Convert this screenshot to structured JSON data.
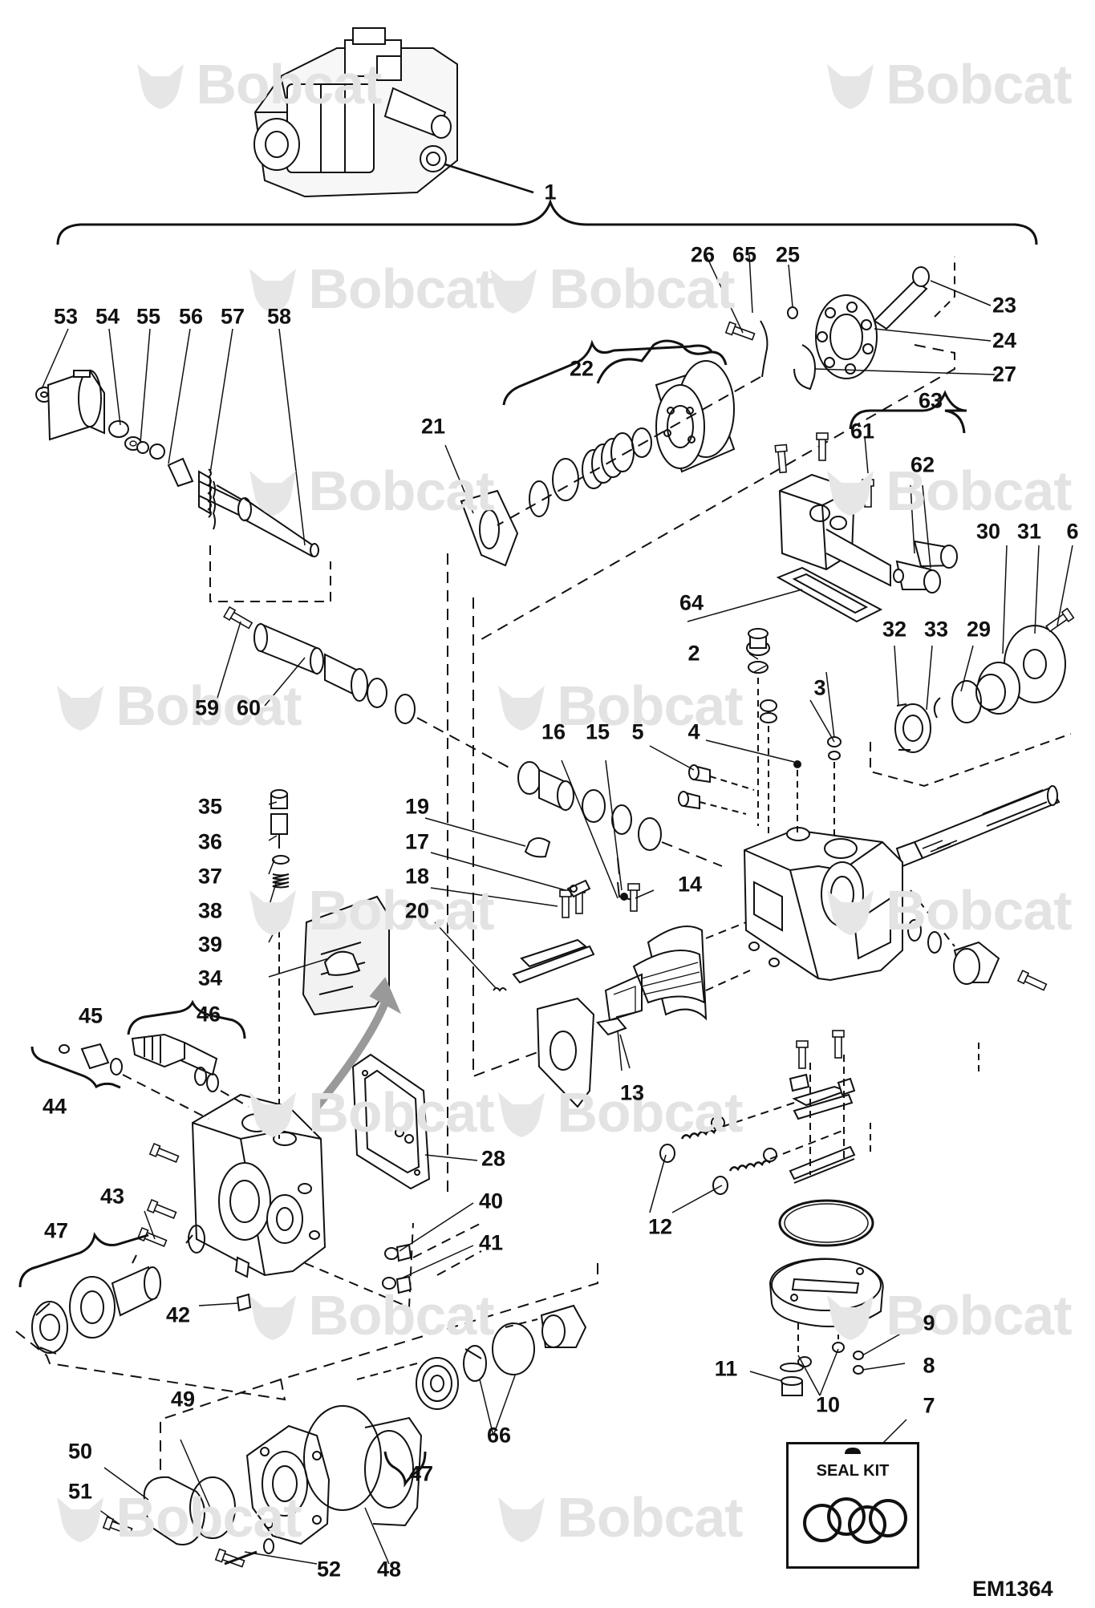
{
  "watermark": {
    "brand": "Bobcat"
  },
  "drawing_code": "EM1364",
  "seal_kit": {
    "label": "SEAL KIT"
  },
  "callouts": [
    {
      "id": "c1",
      "text": "1"
    },
    {
      "id": "c2",
      "text": "2"
    },
    {
      "id": "c3",
      "text": "3"
    },
    {
      "id": "c4",
      "text": "4"
    },
    {
      "id": "c5",
      "text": "5"
    },
    {
      "id": "c6",
      "text": "6"
    },
    {
      "id": "c7",
      "text": "7"
    },
    {
      "id": "c8",
      "text": "8"
    },
    {
      "id": "c9",
      "text": "9"
    },
    {
      "id": "c10",
      "text": "10"
    },
    {
      "id": "c11",
      "text": "11"
    },
    {
      "id": "c12",
      "text": "12"
    },
    {
      "id": "c13",
      "text": "13"
    },
    {
      "id": "c14",
      "text": "14"
    },
    {
      "id": "c15",
      "text": "15"
    },
    {
      "id": "c16",
      "text": "16"
    },
    {
      "id": "c17",
      "text": "17"
    },
    {
      "id": "c18",
      "text": "18"
    },
    {
      "id": "c19",
      "text": "19"
    },
    {
      "id": "c20",
      "text": "20"
    },
    {
      "id": "c21",
      "text": "21"
    },
    {
      "id": "c22",
      "text": "22"
    },
    {
      "id": "c23",
      "text": "23"
    },
    {
      "id": "c24",
      "text": "24"
    },
    {
      "id": "c25",
      "text": "25"
    },
    {
      "id": "c26",
      "text": "26"
    },
    {
      "id": "c27",
      "text": "27"
    },
    {
      "id": "c28",
      "text": "28"
    },
    {
      "id": "c29",
      "text": "29"
    },
    {
      "id": "c30",
      "text": "30"
    },
    {
      "id": "c31",
      "text": "31"
    },
    {
      "id": "c32",
      "text": "32"
    },
    {
      "id": "c33",
      "text": "33"
    },
    {
      "id": "c34",
      "text": "34"
    },
    {
      "id": "c35",
      "text": "35"
    },
    {
      "id": "c36",
      "text": "36"
    },
    {
      "id": "c37",
      "text": "37"
    },
    {
      "id": "c38",
      "text": "38"
    },
    {
      "id": "c39",
      "text": "39"
    },
    {
      "id": "c40",
      "text": "40"
    },
    {
      "id": "c41",
      "text": "41"
    },
    {
      "id": "c42",
      "text": "42"
    },
    {
      "id": "c43",
      "text": "43"
    },
    {
      "id": "c44",
      "text": "44"
    },
    {
      "id": "c45",
      "text": "45"
    },
    {
      "id": "c46",
      "text": "46"
    },
    {
      "id": "c47a",
      "text": "47"
    },
    {
      "id": "c47b",
      "text": "47"
    },
    {
      "id": "c48",
      "text": "48"
    },
    {
      "id": "c49",
      "text": "49"
    },
    {
      "id": "c50",
      "text": "50"
    },
    {
      "id": "c51",
      "text": "51"
    },
    {
      "id": "c52",
      "text": "52"
    },
    {
      "id": "c53",
      "text": "53"
    },
    {
      "id": "c54",
      "text": "54"
    },
    {
      "id": "c55",
      "text": "55"
    },
    {
      "id": "c56",
      "text": "56"
    },
    {
      "id": "c57",
      "text": "57"
    },
    {
      "id": "c58",
      "text": "58"
    },
    {
      "id": "c59",
      "text": "59"
    },
    {
      "id": "c60",
      "text": "60"
    },
    {
      "id": "c61",
      "text": "61"
    },
    {
      "id": "c62",
      "text": "62"
    },
    {
      "id": "c63",
      "text": "63"
    },
    {
      "id": "c64",
      "text": "64"
    },
    {
      "id": "c65",
      "text": "65"
    },
    {
      "id": "c66",
      "text": "66"
    }
  ]
}
